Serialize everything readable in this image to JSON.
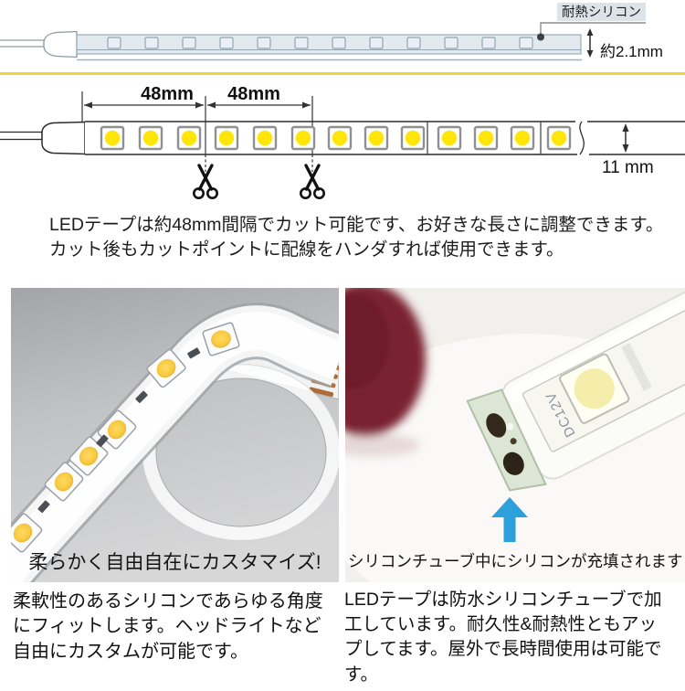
{
  "side_view": {
    "heat_label": "耐熱シリコン",
    "thickness_label": "約2.1mm"
  },
  "cut_diagram": {
    "interval_label_1": "48mm",
    "interval_label_2": "48mm",
    "width_label": "11 mm"
  },
  "cut_note": "LEDテープは約48mm間隔でカット可能です、お好きな長さに調整できます。\nカット後もカットポイントに配線をハンダすれば使用できます。",
  "photos": {
    "left": {
      "caption": "柔らかく自由自在にカスタマイズ!"
    },
    "right": {
      "caption": "シリコンチューブ中にシリコンが充填されます",
      "strip_print": "DC12V"
    }
  },
  "descriptions": {
    "left": "柔軟性のあるシリコンであらゆる角度\nにフィットします。ヘッドライトなど\n自由にカスタムが可能です。",
    "right": "LEDテープは防水シリコンチューブで加\n工しています。耐久性&耐熱性ともアッ\nプしてます。屋外で長時間使用は可能で\nす。"
  },
  "colors": {
    "divider-yellow": "#f0d23c",
    "led-yellow": "#ffe608",
    "led-warm": "#f7c93f",
    "arrow-blue": "#2ba0da",
    "strip-blue": "#e2eaf0",
    "label-box": "#dce4ea"
  }
}
